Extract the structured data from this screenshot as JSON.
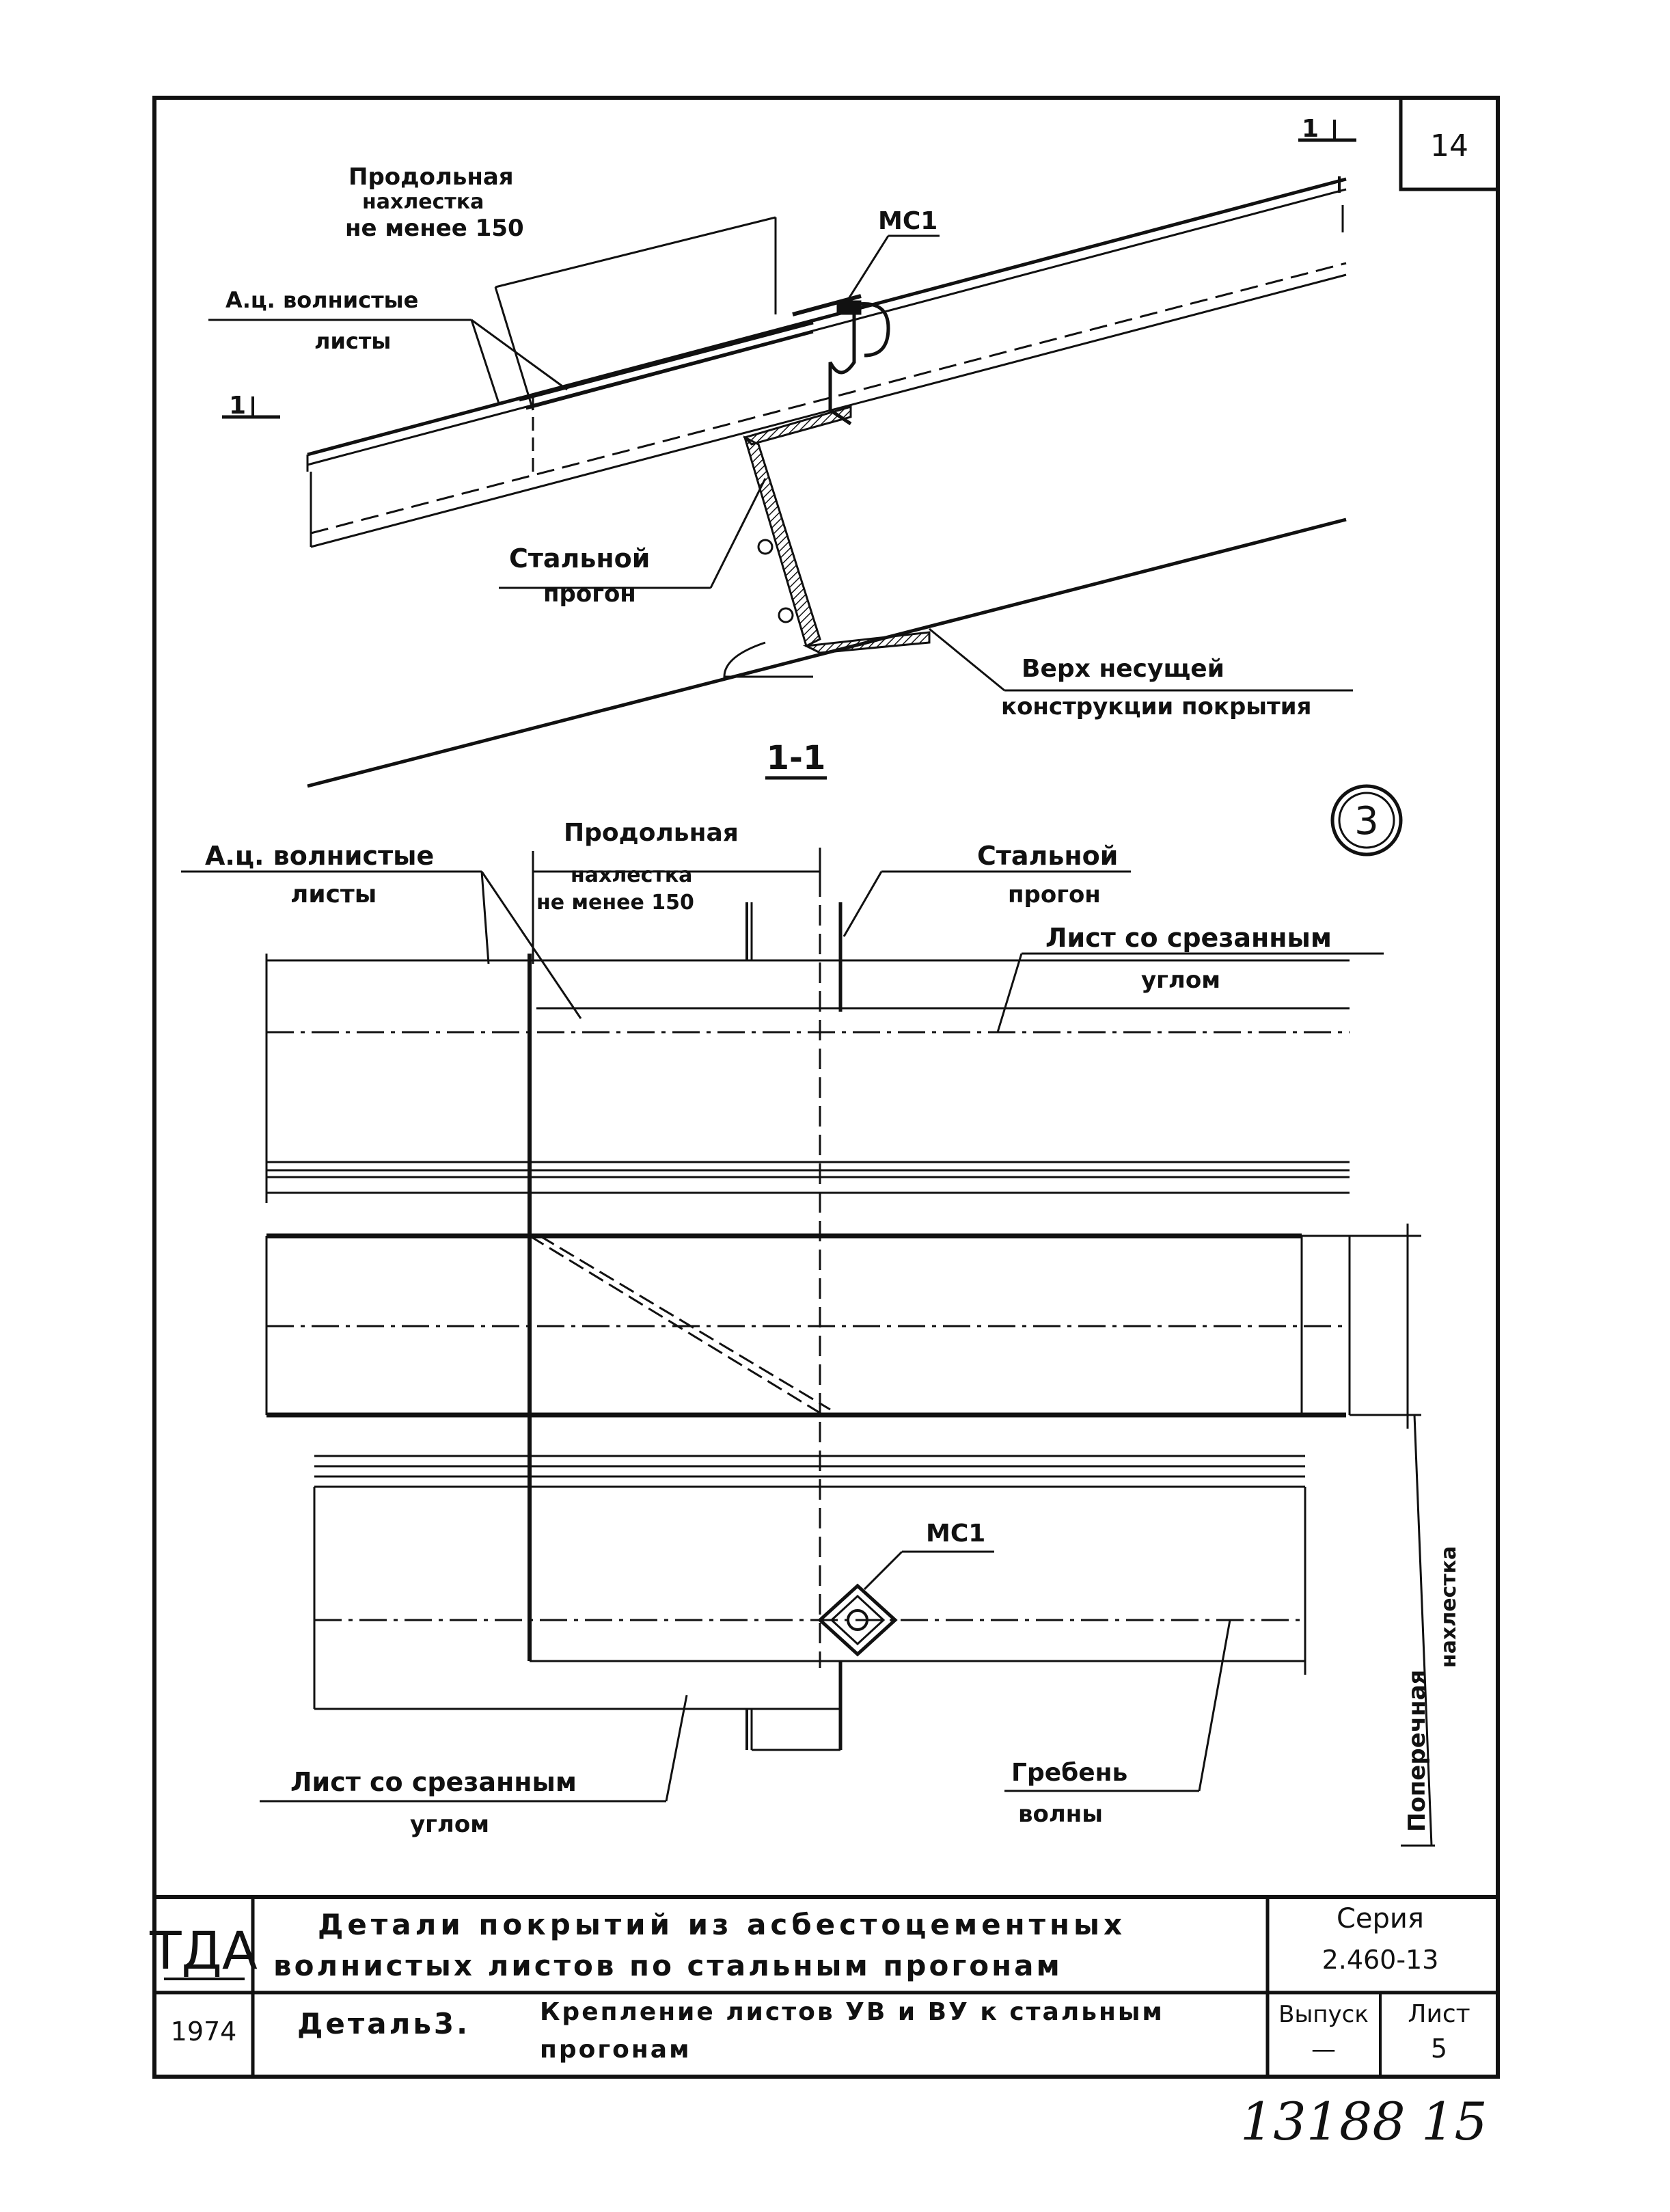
{
  "sheet_number": "14",
  "section_mark": "1",
  "section_title": "1-1",
  "detail_number": "3",
  "section_view": {
    "overlap_label": [
      "Продольная",
      "нахлестка",
      "не менее 150"
    ],
    "sheets_label": [
      "А.ц. волнистые",
      "листы"
    ],
    "clip_label": "МС1",
    "purlin_label": [
      "Стальной",
      "прогон"
    ],
    "structure_label": [
      "Верх несущей",
      "конструкции покрытия"
    ]
  },
  "plan_view": {
    "sheets_label": [
      "А.ц. волнистые",
      "листы"
    ],
    "overlap_label": [
      "Продольная",
      "нахлестка",
      "не менее 150"
    ],
    "purlin_label": [
      "Стальной",
      "прогон"
    ],
    "cut_sheet_top_label": [
      "Лист со срезанным",
      "углом"
    ],
    "clip_label": "МС1",
    "cut_sheet_bottom_label": [
      "Лист со срезанным",
      "углом"
    ],
    "ridge_label": [
      "Гребень",
      "волны"
    ],
    "transverse_label": [
      "Поперечная",
      "нахлестка"
    ]
  },
  "title_block": {
    "logo": "ТДА",
    "title_line1": "Детали покрытий из асбестоцементных",
    "title_line2": "волнистых листов по стальным прогонам",
    "series_label": "Серия",
    "series_value": "2.460-13",
    "year": "1974",
    "detail_name": "Деталь3.",
    "detail_desc_line1": "Крепление листов УВ и ВУ к стальным",
    "detail_desc_line2": "прогонам",
    "issue_label": "Выпуск",
    "issue_value": "—",
    "sheet_label": "Лист",
    "sheet_value": "5"
  },
  "handwritten": {
    "inventory_number": "13188",
    "page": "15"
  }
}
